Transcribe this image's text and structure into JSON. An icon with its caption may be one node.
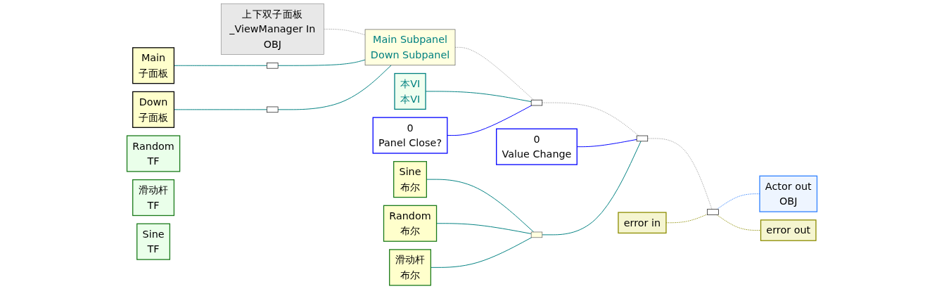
{
  "diagram": {
    "nodes": [
      {
        "text": [
          "上下双子面板_ViewManager In",
          "OBJ"
        ]
      },
      {
        "text": [
          "Main",
          "子面板"
        ]
      },
      {
        "text": [
          "Down",
          "子面板"
        ]
      },
      {
        "text": [],
        "shape": "box"
      },
      {
        "text": [],
        "shape": "box"
      },
      {
        "text": [
          "Main Subpanel",
          "Down Subpanel"
        ]
      },
      {
        "text": [
          "Sine",
          "布尔"
        ]
      },
      {
        "text": [
          "Random",
          "布尔"
        ]
      },
      {
        "text": [
          "滑动杆",
          "布尔"
        ]
      },
      {
        "text": [],
        "shape": "box"
      },
      {
        "text": [
          "本VI",
          "本VI"
        ]
      },
      {
        "text": [
          "0",
          "Panel Close?"
        ]
      },
      {
        "text": [],
        "shape": "box"
      },
      {
        "text": [
          "0",
          "Value Change"
        ]
      },
      {
        "text": [],
        "shape": "box"
      },
      {
        "text": [
          "error in"
        ]
      },
      {
        "text": [],
        "shape": "box"
      },
      {
        "text": [
          "Actor out",
          "OBJ"
        ]
      },
      {
        "text": [
          "error out"
        ]
      },
      {
        "text": [
          "Random",
          "TF"
        ]
      },
      {
        "text": [
          "滑动杆",
          "TF"
        ]
      },
      {
        "text": [
          "Sine",
          "TF"
        ]
      }
    ],
    "edges": [
      {
        "from": 1,
        "to": 3,
        "arrow": "none"
      },
      {
        "from": 2,
        "to": 4,
        "arrow": "none"
      },
      {
        "from": 0,
        "to": 5,
        "arrow": "none",
        "style": "dashed",
        "color": "#a0a0a0"
      },
      {
        "from": 3,
        "to": 5,
        "arrow": "none"
      },
      {
        "from": 4,
        "to": 5,
        "arrow": "none"
      },
      {
        "from": 6,
        "to": 9,
        "arrow": "none"
      },
      {
        "from": 7,
        "to": 9,
        "arrow": "none"
      },
      {
        "from": 8,
        "to": 9,
        "arrow": "none"
      },
      {
        "from": 5,
        "to": 12,
        "arrow": "none",
        "style": "dashed",
        "color": "#a0a0a0"
      },
      {
        "from": 10,
        "to": 12,
        "arrow": "none"
      },
      {
        "from": 11,
        "to": 12,
        "arrow": "none",
        "color": "#0000ff"
      },
      {
        "from": 12,
        "to": 14,
        "arrow": "none",
        "style": "dashed",
        "color": "#a0a0a0"
      },
      {
        "from": 13,
        "to": 14,
        "arrow": "none",
        "color": "#0000ff"
      },
      {
        "from": 9,
        "to": 14,
        "arrow": "none"
      },
      {
        "from": 14,
        "to": 16,
        "arrow": "none",
        "style": "dashed",
        "color": "#a0a0a0"
      },
      {
        "from": 15,
        "to": 16,
        "arrow": "none",
        "style": "dashed",
        "color": "#8c8c00"
      },
      {
        "from": 16,
        "to": 17,
        "arrow": "none",
        "style": "dashed",
        "color": "#3080ff"
      },
      {
        "from": 16,
        "to": 18,
        "arrow": "none",
        "style": "dashed",
        "color": "#8c8c00"
      }
    ]
  }
}
